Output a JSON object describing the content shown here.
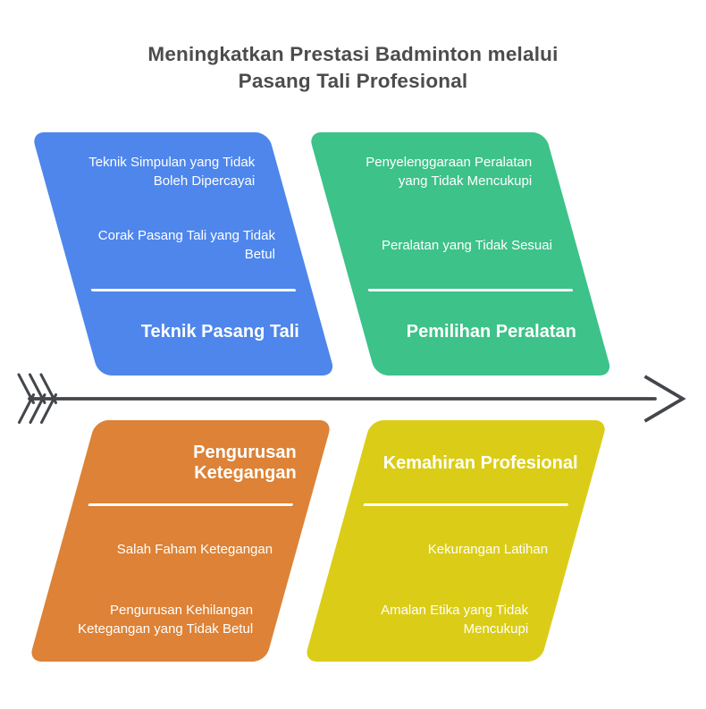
{
  "title": {
    "lines": [
      "Meningkatkan Prestasi Badminton melalui",
      "Pasang Tali Profesional"
    ]
  },
  "palette": {
    "background": "#ffffff",
    "title_text": "#4c4c4c",
    "arrow": "#43474b",
    "divider": "#ffffff",
    "box_text": "#ffffff"
  },
  "arrow": {
    "direction": "right",
    "color": "#43474b"
  },
  "boxes": [
    {
      "name": "Teknik Pasang Tali",
      "position": "top-left",
      "color": "#4e86ec",
      "label_lines": [
        "Teknik Pasang Tali"
      ],
      "items": [
        {
          "lines": [
            "Teknik Simpulan yang Tidak",
            "Boleh Dipercayai"
          ]
        },
        {
          "lines": [
            "Corak Pasang Tali yang Tidak",
            "Betul"
          ]
        }
      ]
    },
    {
      "name": "Pemilihan Peralatan",
      "position": "top-right",
      "color": "#3dc289",
      "label_lines": [
        "Pemilihan Peralatan"
      ],
      "items": [
        {
          "lines": [
            "Penyelenggaraan Peralatan",
            "yang Tidak Mencukupi"
          ]
        },
        {
          "lines": [
            "Peralatan yang Tidak Sesuai"
          ]
        }
      ]
    },
    {
      "name": "Pengurusan Ketegangan",
      "position": "bottom-left",
      "color": "#dd8236",
      "label_lines": [
        "Pengurusan",
        "Ketegangan"
      ],
      "items": [
        {
          "lines": [
            "Salah Faham Ketegangan"
          ]
        },
        {
          "lines": [
            "Pengurusan Kehilangan",
            "Ketegangan yang Tidak Betul"
          ]
        }
      ]
    },
    {
      "name": "Kemahiran Profesional",
      "position": "bottom-right",
      "color": "#dbcd17",
      "label_lines": [
        "Kemahiran Profesional"
      ],
      "items": [
        {
          "lines": [
            "Kekurangan Latihan"
          ]
        },
        {
          "lines": [
            "Amalan Etika yang Tidak",
            "Mencukupi"
          ]
        }
      ]
    }
  ]
}
